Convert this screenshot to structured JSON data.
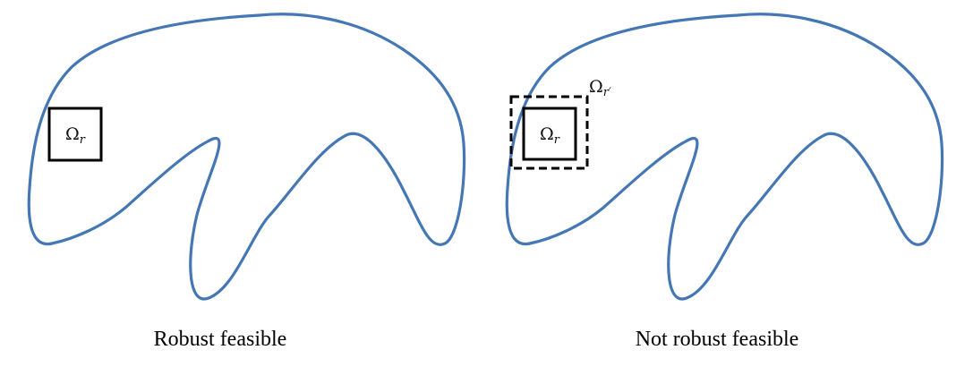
{
  "colors": {
    "region_outline": "#4477b4",
    "box_outline": "#000000",
    "background": "#ffffff"
  },
  "panels": [
    {
      "caption": "Robust feasible",
      "box_label": {
        "symbol": "Ω",
        "subscript": "r"
      }
    },
    {
      "caption": "Not robust feasible",
      "box_label": {
        "symbol": "Ω",
        "subscript": "r"
      },
      "outer_box_label": {
        "symbol": "Ω",
        "subscript": "r′"
      }
    }
  ]
}
